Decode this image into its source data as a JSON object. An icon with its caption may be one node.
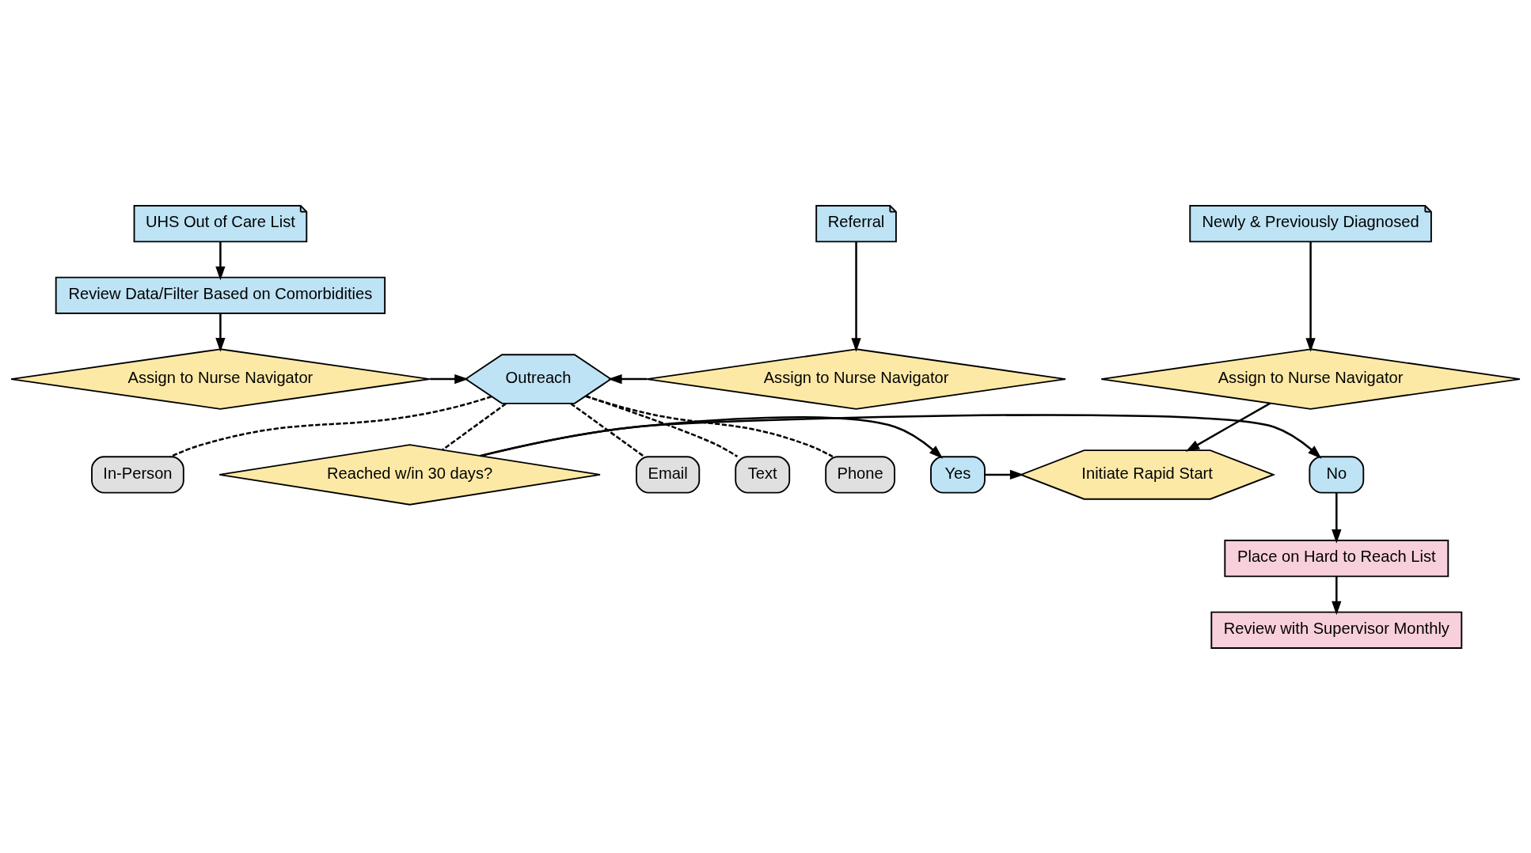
{
  "diagram": {
    "nodes": [
      {
        "text": [
          "UHS Out of Care List"
        ]
      },
      {
        "text": [
          "Review Data/Filter Based on Comorbidities"
        ]
      },
      {
        "text": [
          "Assign to Nurse Navigator"
        ]
      },
      {
        "text": [
          "Referral"
        ]
      },
      {
        "text": [
          "Assign to Nurse Navigator"
        ]
      },
      {
        "text": [
          "Newly & Previously Diagnosed"
        ]
      },
      {
        "text": [
          "Assign to Nurse Navigator"
        ]
      },
      {
        "text": [
          "Outreach"
        ]
      },
      {
        "text": [
          "Email"
        ]
      },
      {
        "text": [
          "Text"
        ]
      },
      {
        "text": [
          "Phone"
        ]
      },
      {
        "text": [
          "In-Person"
        ]
      },
      {
        "text": [
          "Reached w/in 30 days?"
        ]
      },
      {
        "text": [
          "No"
        ]
      },
      {
        "text": [
          "Yes"
        ]
      },
      {
        "text": [
          "Initiate Rapid Start"
        ]
      },
      {
        "text": [
          "Place on Hard to Reach List"
        ]
      },
      {
        "text": [
          "Review with Supervisor Monthly"
        ]
      }
    ],
    "edges": [
      {
        "from": 0,
        "to": 1,
        "arrow": "to"
      },
      {
        "from": 1,
        "to": 2,
        "arrow": "to"
      },
      {
        "from": 2,
        "to": 7,
        "arrow": "to"
      },
      {
        "from": 3,
        "to": 4,
        "arrow": "to"
      },
      {
        "from": 4,
        "to": 7,
        "arrow": "to"
      },
      {
        "from": 5,
        "to": 6,
        "arrow": "to"
      },
      {
        "from": 6,
        "to": 15,
        "arrow": "to"
      },
      {
        "from": 7,
        "to": 8,
        "arrow": "none",
        "style": "dashed"
      },
      {
        "from": 7,
        "to": 9,
        "arrow": "none",
        "style": "dashed"
      },
      {
        "from": 7,
        "to": 10,
        "arrow": "none",
        "style": "dashed"
      },
      {
        "from": 7,
        "to": 11,
        "arrow": "none",
        "style": "dashed"
      },
      {
        "from": 7,
        "to": 12,
        "arrow": "none",
        "style": "dashed"
      },
      {
        "from": 12,
        "to": 13,
        "arrow": "to"
      },
      {
        "from": 12,
        "to": 14,
        "arrow": "to"
      },
      {
        "from": 14,
        "to": 15,
        "arrow": "to"
      },
      {
        "from": 13,
        "to": 16,
        "arrow": "to"
      },
      {
        "from": 16,
        "to": 17,
        "arrow": "to"
      }
    ]
  }
}
